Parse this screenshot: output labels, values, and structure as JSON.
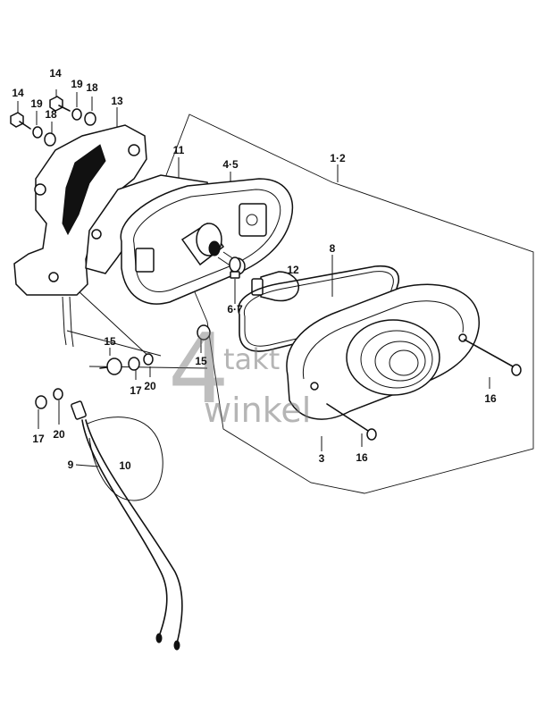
{
  "diagram": {
    "labels": {
      "l14a": "14",
      "l19a": "19",
      "l18a": "18",
      "l14b": "14",
      "l19b": "19",
      "l18b": "18",
      "l13": "13",
      "l11": "11",
      "l45": "4·5",
      "l12": "1·2",
      "l8": "8",
      "l12b": "12",
      "l67": "6·7",
      "l15a": "15",
      "l15b": "15",
      "l17a": "17",
      "l20a": "20",
      "l17b": "17",
      "l20b": "20",
      "l9": "9",
      "l10": "10",
      "l3": "3",
      "l16a": "16",
      "l16b": "16"
    },
    "watermark": {
      "digit": "4",
      "word1": "takt",
      "word2": "winkel"
    }
  }
}
